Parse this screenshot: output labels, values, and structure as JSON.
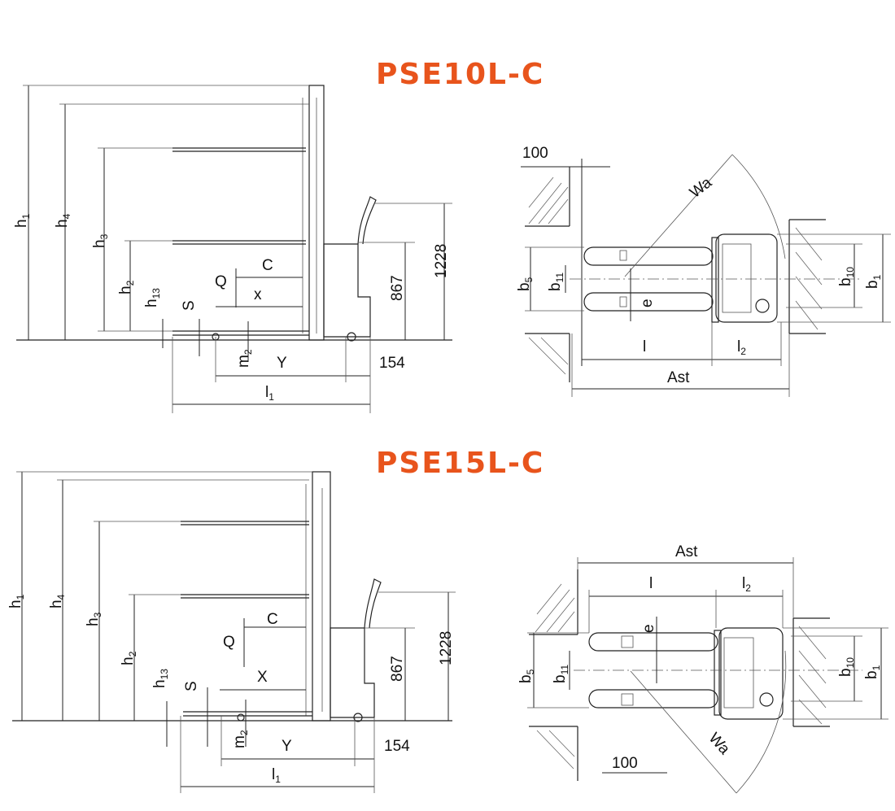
{
  "titles": {
    "top": "PSE10L-C",
    "bottom": "PSE15L-C"
  },
  "colors": {
    "title": "#e8541c",
    "line": "#222222",
    "hatch": "#666666"
  },
  "labels": {
    "h": "h",
    "sub1": "1",
    "sub2": "2",
    "sub3": "3",
    "sub4": "4",
    "sub13": "13",
    "s": "S",
    "q": "Q",
    "c": "C",
    "x_lower": "x",
    "x_upper": "X",
    "m": "m",
    "y": "Y",
    "l": "l",
    "d154": "154",
    "d867": "867",
    "d1228": "1228",
    "d100": "100",
    "wa": "Wa",
    "b": "b",
    "sub5": "5",
    "sub10": "10",
    "sub11": "11",
    "e": "e",
    "ast": "Ast"
  }
}
